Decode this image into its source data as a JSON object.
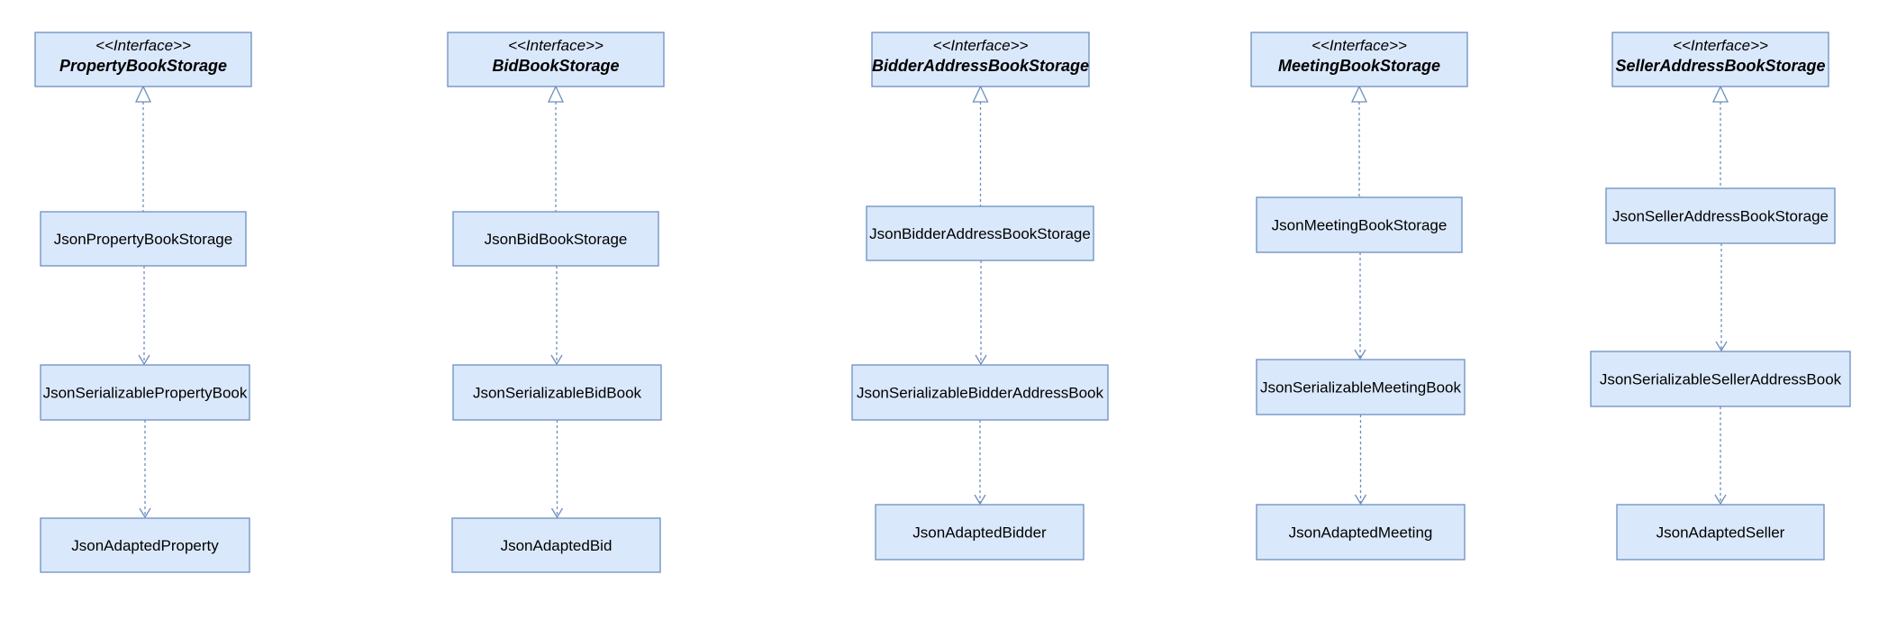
{
  "stereotype": "<<Interface>>",
  "columns": [
    {
      "interface": "PropertyBookStorage",
      "storage": "JsonPropertyBookStorage",
      "serializable": "JsonSerializablePropertyBook",
      "adapted": "JsonAdaptedProperty"
    },
    {
      "interface": "BidBookStorage",
      "storage": "JsonBidBookStorage",
      "serializable": "JsonSerializableBidBook",
      "adapted": "JsonAdaptedBid"
    },
    {
      "interface": "BidderAddressBookStorage",
      "storage": "JsonBidderAddressBookStorage",
      "serializable": "JsonSerializableBidderAddressBook",
      "adapted": "JsonAdaptedBidder"
    },
    {
      "interface": "MeetingBookStorage",
      "storage": "JsonMeetingBookStorage",
      "serializable": "JsonSerializableMeetingBook",
      "adapted": "JsonAdaptedMeeting"
    },
    {
      "interface": "SellerAddressBookStorage",
      "storage": "JsonSellerAddressBookStorage",
      "serializable": "JsonSerializableSellerAddressBook",
      "adapted": "JsonAdaptedSeller"
    }
  ],
  "relationships": [
    {
      "from": "storage",
      "to": "interface",
      "kind": "realization"
    },
    {
      "from": "storage",
      "to": "serializable",
      "kind": "dependency"
    },
    {
      "from": "serializable",
      "to": "adapted",
      "kind": "dependency"
    }
  ]
}
